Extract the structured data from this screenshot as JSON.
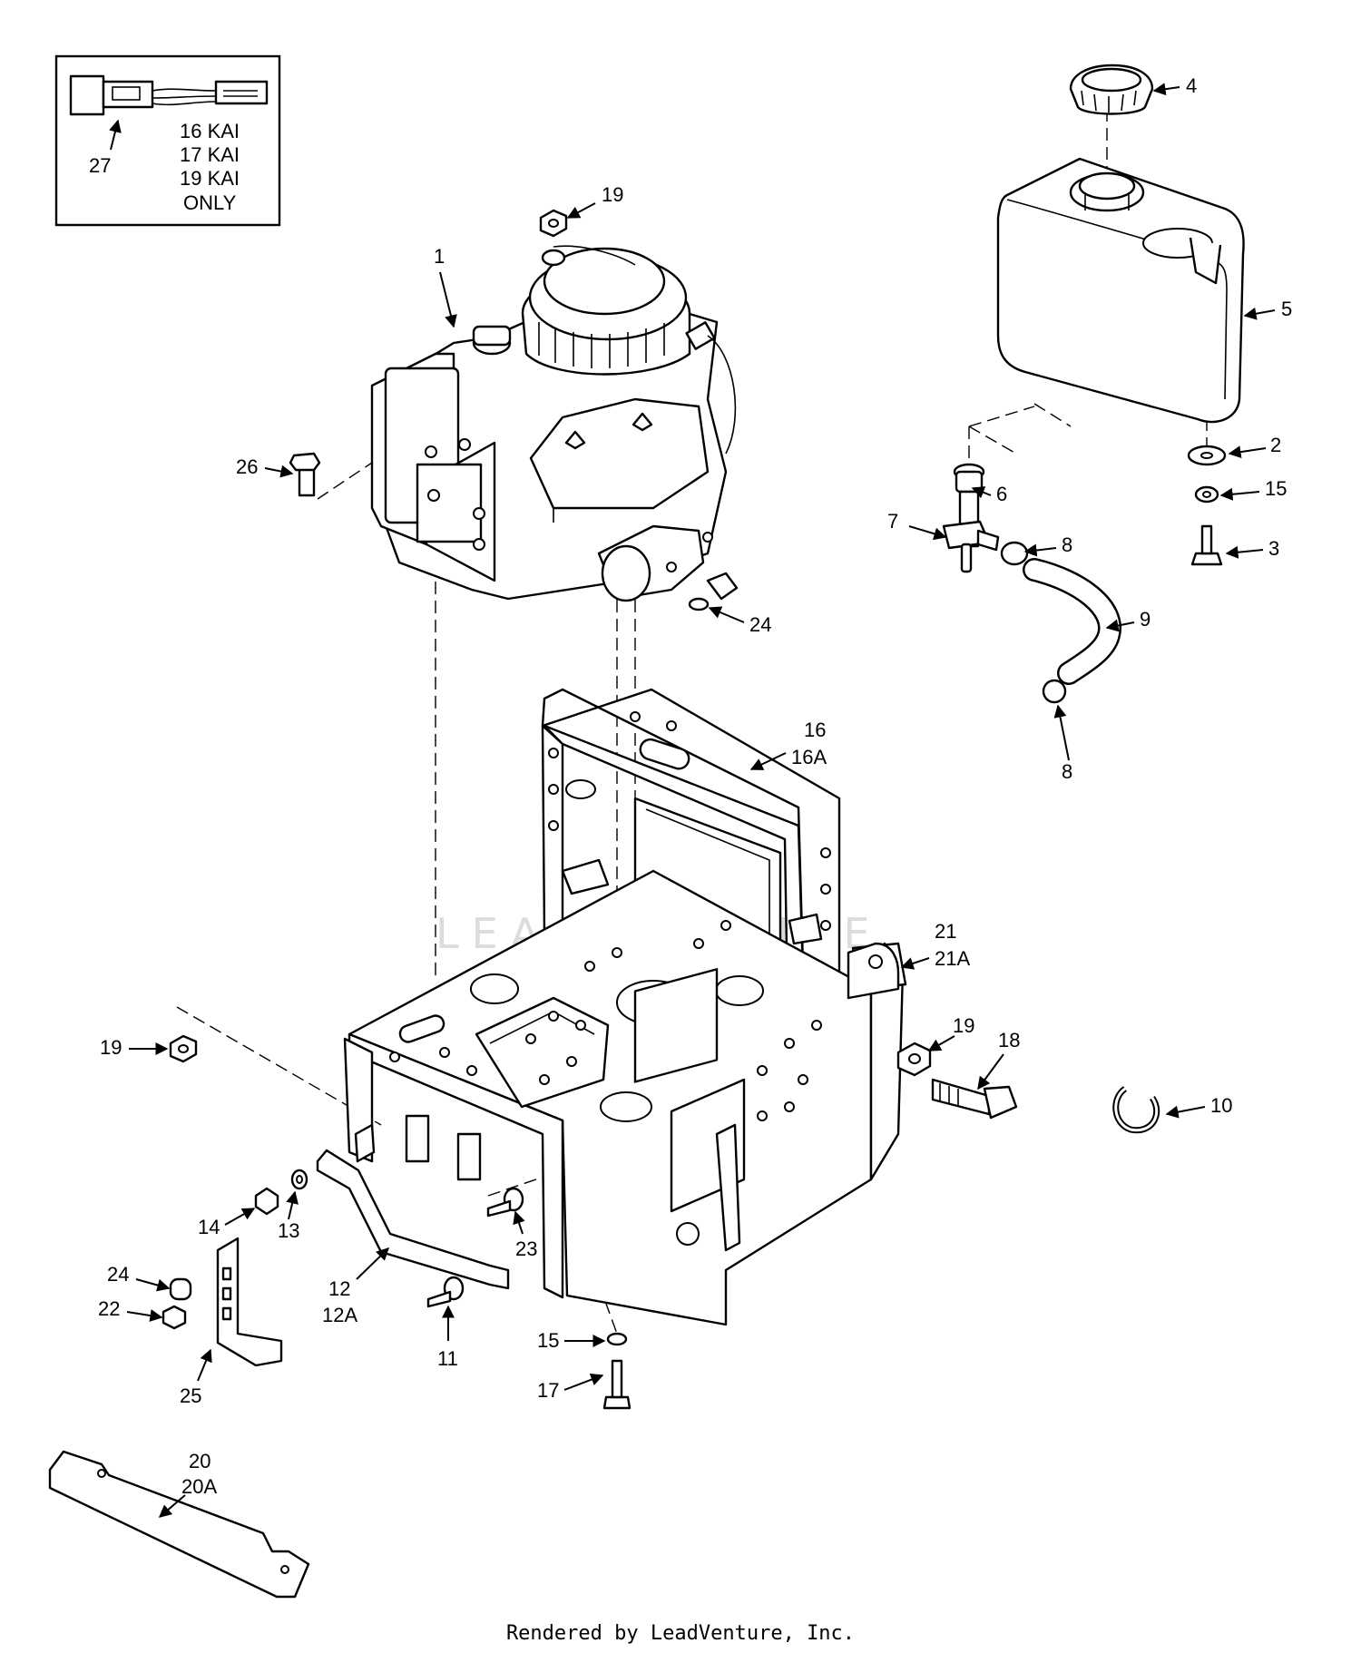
{
  "watermark": "LEADVENTURE",
  "footer": "Rendered by LeadVenture, Inc.",
  "inset": {
    "callout": "27",
    "lines": [
      "16 KAI",
      "17 KAI",
      "19 KAI",
      "ONLY"
    ]
  },
  "callouts": {
    "c1": "1",
    "c2": "2",
    "c3": "3",
    "c4": "4",
    "c5": "5",
    "c6": "6",
    "c7": "7",
    "c8a": "8",
    "c8b": "8",
    "c9": "9",
    "c10": "10",
    "c11": "11",
    "c12": "12",
    "c12a": "12A",
    "c13": "13",
    "c14": "14",
    "c15a": "15",
    "c15b": "15",
    "c16": "16",
    "c16a": "16A",
    "c17": "17",
    "c18": "18",
    "c19a": "19",
    "c19b": "19",
    "c19c": "19",
    "c20": "20",
    "c20a": "20A",
    "c21": "21",
    "c21a": "21A",
    "c22": "22",
    "c23": "23",
    "c24a": "24",
    "c24b": "24",
    "c25": "25",
    "c26": "26"
  }
}
